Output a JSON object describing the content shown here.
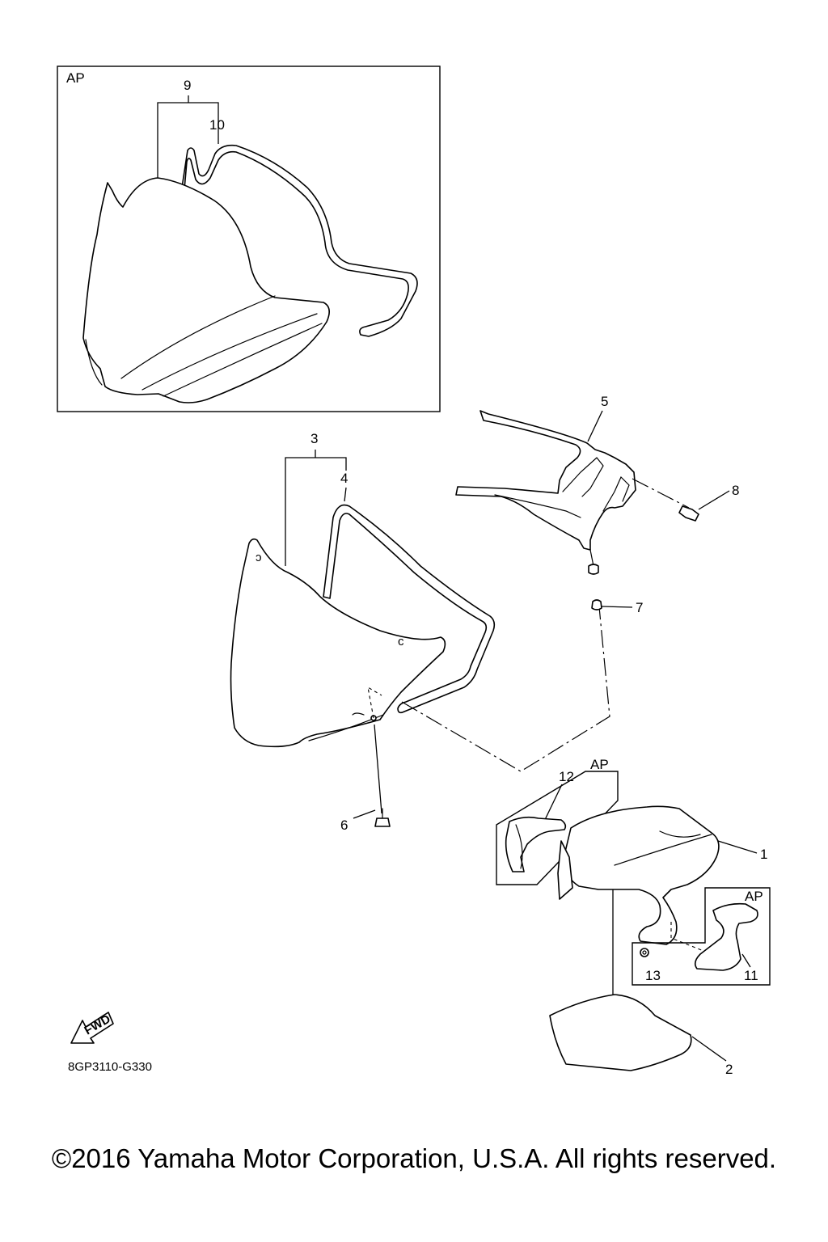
{
  "callouts": {
    "ap_top": "AP",
    "ap_mid": "AP",
    "ap_right": "AP",
    "n1": "1",
    "n2": "2",
    "n3": "3",
    "n4": "4",
    "n5": "5",
    "n6": "6",
    "n7": "7",
    "n8": "8",
    "n9": "9",
    "n10": "10",
    "n11": "11",
    "n12": "12",
    "n13": "13"
  },
  "fwd_label": "FWD",
  "diagram_code": "8GP3110-G330",
  "copyright": "©2016 Yamaha Motor Corporation, U.S.A. All rights reserved."
}
